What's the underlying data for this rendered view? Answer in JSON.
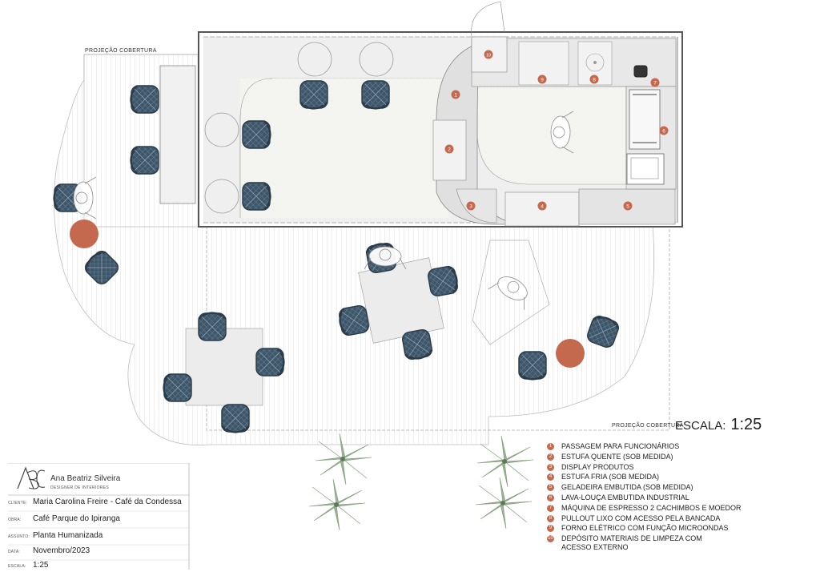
{
  "labels": {
    "cover_top": "PROJEÇÃO COBERTURA",
    "cover_bottom": "PROJEÇÃO COBERTURA"
  },
  "scale": {
    "label": "ESCALA:",
    "value": "1:25"
  },
  "legend": [
    {
      "num": "1",
      "text": "PASSAGEM PARA FUNCIONÁRIOS"
    },
    {
      "num": "2",
      "text": "ESTUFA QUENTE (SOB MEDIDA)"
    },
    {
      "num": "3",
      "text": "DISPLAY PRODUTOS"
    },
    {
      "num": "4",
      "text": "ESTUFA FRIA (SOB MEDIDA)"
    },
    {
      "num": "5",
      "text": "GELADEIRA EMBUTIDA (SOB MEDIDA)"
    },
    {
      "num": "6",
      "text": "LAVA-LOUÇA EMBUTIDA INDUSTRIAL"
    },
    {
      "num": "7",
      "text": "MÁQUINA DE ESPRESSO 2 CACHIMBOS E MOEDOR"
    },
    {
      "num": "8",
      "text": "PULLOUT LIXO COM ACESSO PELA BANCADA"
    },
    {
      "num": "9",
      "text": "FORNO ELÉTRICO COM FUNÇÃO MICROONDAS"
    },
    {
      "num": "10",
      "text": "DEPÓSITO MATERIAIS DE LIMPEZA COM ACESSO EXTERNO"
    }
  ],
  "title_block": {
    "logo_text": "ABC",
    "designer": "Ana Beatriz Silveira",
    "designer_role": "DESIGNER DE INTERIORES",
    "client_label": "CLIENTE:",
    "client": "Maria Carolina Freire - Café da Condessa",
    "project_label": "OBRA:",
    "project": "Café Parque do Ipiranga",
    "subject_label": "ASSUNTO:",
    "subject": "Planta Humanizada",
    "date_label": "DATA:",
    "date": "Novembro/2023",
    "scale_label": "ESCALA:",
    "scale": "1:25"
  },
  "markers": [
    "1",
    "2",
    "3",
    "4",
    "5",
    "6",
    "7",
    "8",
    "9",
    "10"
  ],
  "colors": {
    "accent": "#c4694e",
    "chair": "#3c5366",
    "floor": "#ececec",
    "line": "#9a9a9a"
  }
}
